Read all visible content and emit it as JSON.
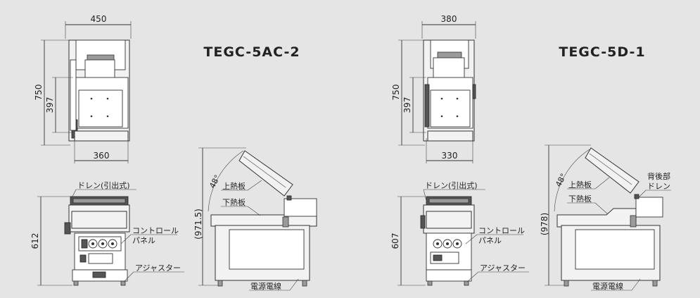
{
  "left_unit": {
    "model": "TEGC-5AC-2",
    "top_view": {
      "width": "450",
      "inner_width": "360",
      "depth": "750",
      "inner_depth": "397"
    },
    "front_view": {
      "height": "612",
      "drain_label": "ドレン(引出式)",
      "control_panel_label_1": "コントロール",
      "control_panel_label_2": "パネル",
      "adjuster_label": "アジャスター"
    },
    "side_view": {
      "angle": "48°",
      "height": "(971.5)",
      "upper_plate": "上熱板",
      "lower_plate": "下熱板",
      "power_cord": "電源電線"
    }
  },
  "right_unit": {
    "model": "TEGC-5D-1",
    "top_view": {
      "width": "380",
      "inner_width": "330",
      "depth": "750",
      "inner_depth": "397"
    },
    "front_view": {
      "height": "607",
      "drain_label": "ドレン(引出式)",
      "control_panel_label_1": "コントロール",
      "control_panel_label_2": "パネル",
      "adjuster_label": "アジャスター"
    },
    "side_view": {
      "angle": "48°",
      "height": "(978)",
      "upper_plate": "上熱板",
      "lower_plate": "下熱板",
      "rear_drain_1": "背後部",
      "rear_drain_2": "ドレン",
      "power_cord": "電源電線"
    }
  }
}
